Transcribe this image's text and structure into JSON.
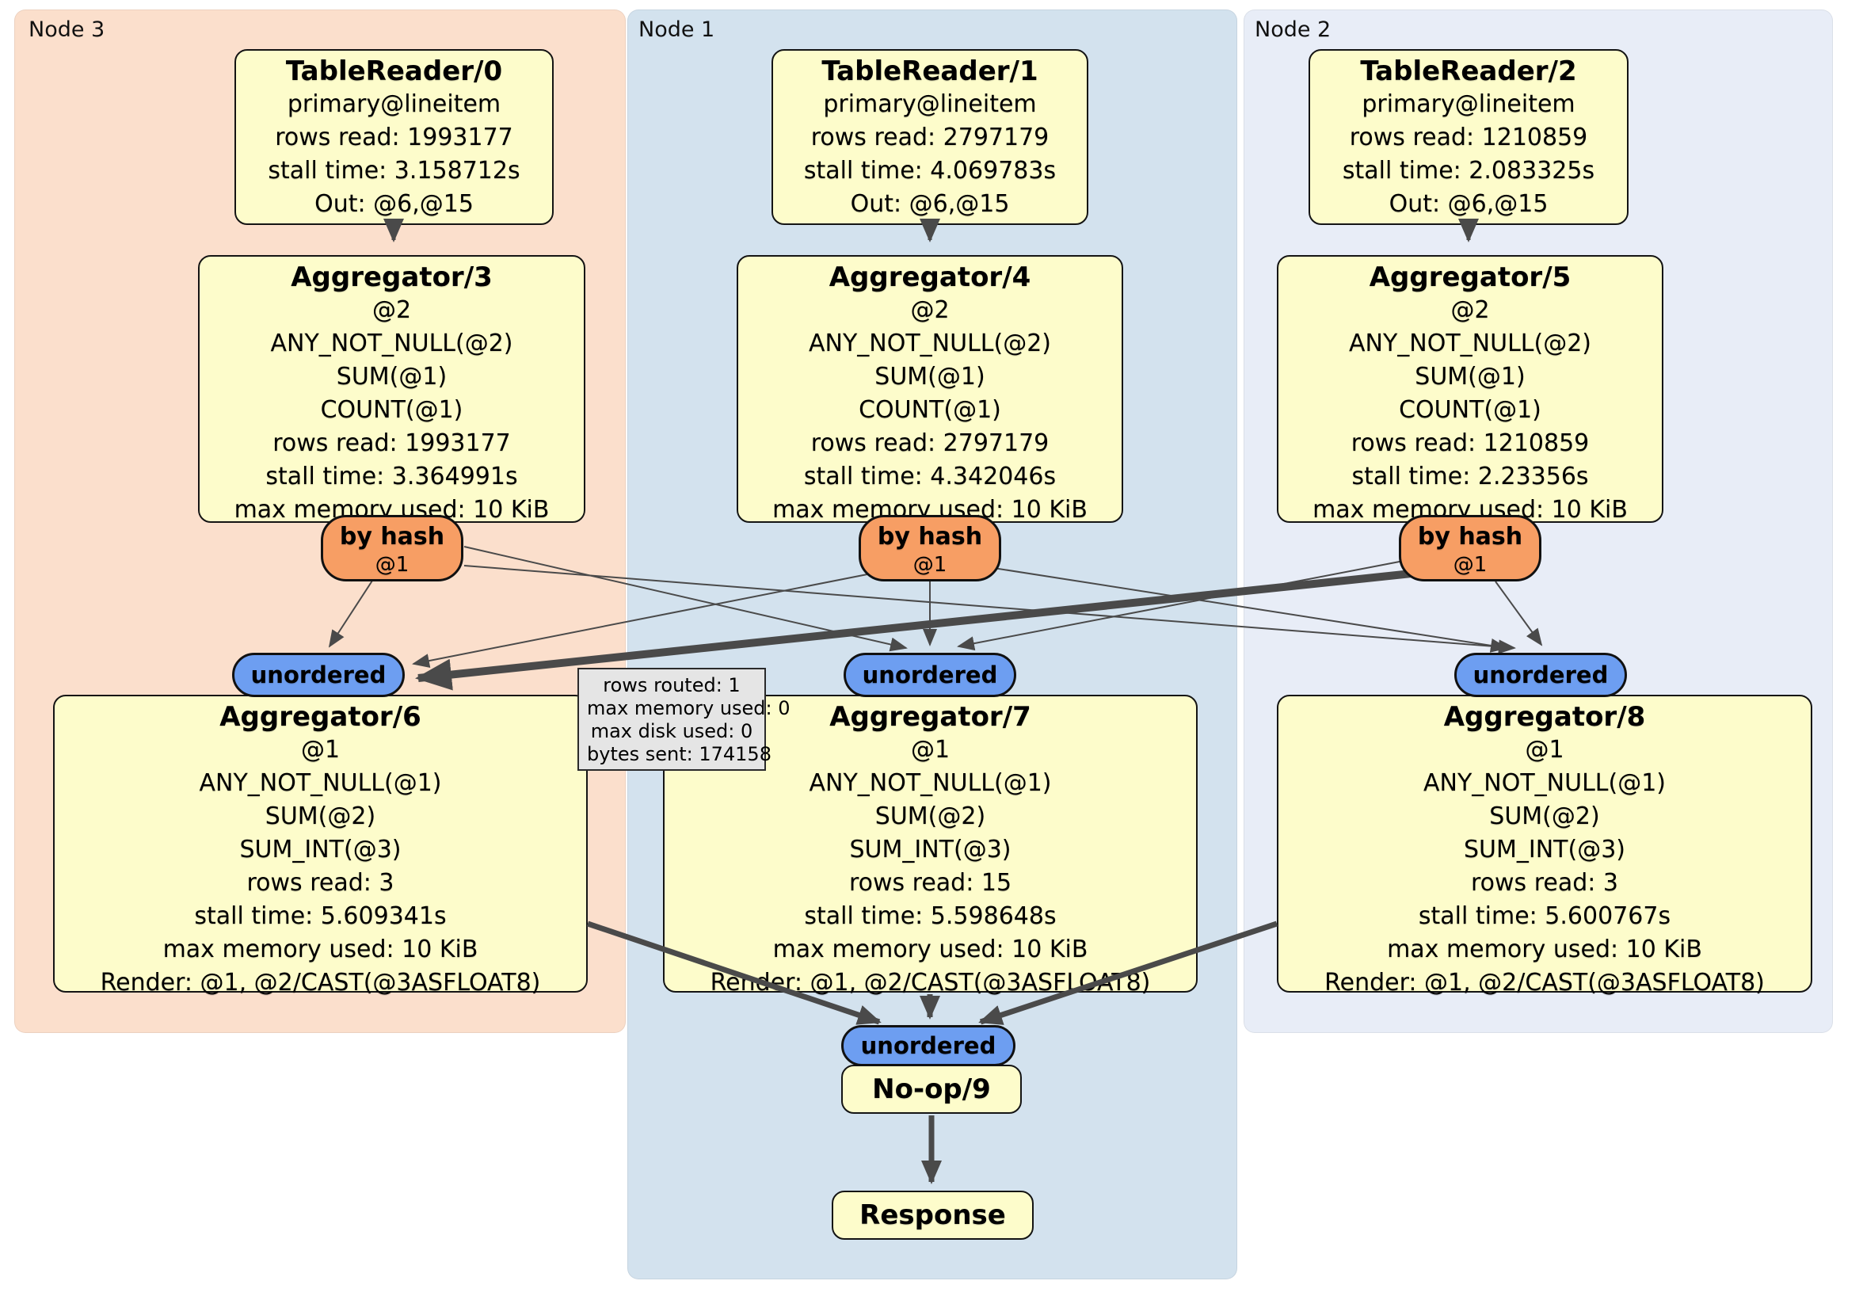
{
  "panels": [
    {
      "label": "Node 3"
    },
    {
      "label": "Node 1"
    },
    {
      "label": "Node 2"
    }
  ],
  "table_readers": [
    {
      "title": "TableReader/0",
      "lines": [
        "primary@lineitem",
        "rows read: 1993177",
        "stall time: 3.158712s",
        "Out: @6,@15"
      ]
    },
    {
      "title": "TableReader/1",
      "lines": [
        "primary@lineitem",
        "rows read: 2797179",
        "stall time: 4.069783s",
        "Out: @6,@15"
      ]
    },
    {
      "title": "TableReader/2",
      "lines": [
        "primary@lineitem",
        "rows read: 1210859",
        "stall time: 2.083325s",
        "Out: @6,@15"
      ]
    }
  ],
  "mid_aggregators": [
    {
      "title": "Aggregator/3",
      "lines": [
        "@2",
        "ANY_NOT_NULL(@2)",
        "SUM(@1)",
        "COUNT(@1)",
        "rows read: 1993177",
        "stall time: 3.364991s",
        "max memory used: 10 KiB"
      ]
    },
    {
      "title": "Aggregator/4",
      "lines": [
        "@2",
        "ANY_NOT_NULL(@2)",
        "SUM(@1)",
        "COUNT(@1)",
        "rows read: 2797179",
        "stall time: 4.342046s",
        "max memory used: 10 KiB"
      ]
    },
    {
      "title": "Aggregator/5",
      "lines": [
        "@2",
        "ANY_NOT_NULL(@2)",
        "SUM(@1)",
        "COUNT(@1)",
        "rows read: 1210859",
        "stall time: 2.23356s",
        "max memory used: 10 KiB"
      ]
    }
  ],
  "routers": [
    {
      "label": "by hash",
      "sub": "@1"
    },
    {
      "label": "by hash",
      "sub": "@1"
    },
    {
      "label": "by hash",
      "sub": "@1"
    }
  ],
  "sync": {
    "unordered": "unordered"
  },
  "final_aggregators": [
    {
      "title": "Aggregator/6",
      "lines": [
        "@1",
        "ANY_NOT_NULL(@1)",
        "SUM(@2)",
        "SUM_INT(@3)",
        "rows read: 3",
        "stall time: 5.609341s",
        "max memory used: 10 KiB",
        "Render: @1, @2/CAST(@3ASFLOAT8)"
      ]
    },
    {
      "title": "Aggregator/7",
      "lines": [
        "@1",
        "ANY_NOT_NULL(@1)",
        "SUM(@2)",
        "SUM_INT(@3)",
        "rows read: 15",
        "stall time: 5.598648s",
        "max memory used: 10 KiB",
        "Render: @1, @2/CAST(@3ASFLOAT8)"
      ]
    },
    {
      "title": "Aggregator/8",
      "lines": [
        "@1",
        "ANY_NOT_NULL(@1)",
        "SUM(@2)",
        "SUM_INT(@3)",
        "rows read: 3",
        "stall time: 5.600767s",
        "max memory used: 10 KiB",
        "Render: @1, @2/CAST(@3ASFLOAT8)"
      ]
    }
  ],
  "noop": {
    "title": "No-op/9"
  },
  "response": {
    "title": "Response"
  },
  "tooltip": {
    "lines": [
      "rows routed: 1",
      "max memory used: 0",
      "max disk used: 0",
      "bytes sent: 174158"
    ]
  },
  "colors": {
    "node3_bg": "#fbdfcc",
    "node1_bg": "#d3e2ee",
    "node2_bg": "#e8edf7",
    "box_bg": "#fdfccb",
    "router_bg": "#f79e64",
    "sync_bg": "#6d9ef1",
    "edge": "#4a4a4a",
    "tooltip_bg": "#e5e5e5"
  }
}
